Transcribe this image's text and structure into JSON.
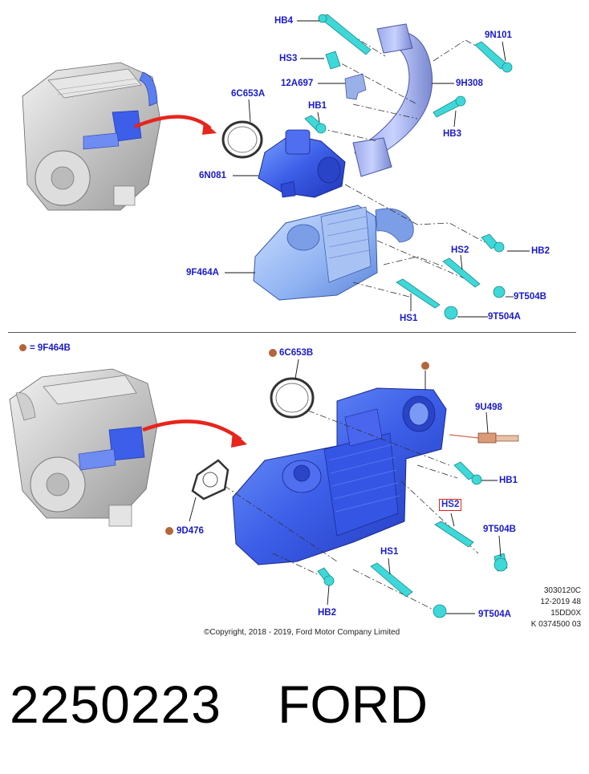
{
  "top_labels": {
    "hb4": "HB4",
    "n9n101": "9N101",
    "hs3": "HS3",
    "n12a697": "12A697",
    "n9h308": "9H308",
    "n6c653a": "6C653A",
    "hb1": "HB1",
    "hb3": "HB3",
    "n6n081": "6N081",
    "hb2": "HB2",
    "hs2": "HS2",
    "n9f464a": "9F464A",
    "n9t504b": "9T504B",
    "hs1": "HS1",
    "n9t504a": "9T504A"
  },
  "bottom_labels": {
    "legend": "= 9F464B",
    "n6c653b": "6C653B",
    "n9u498": "9U498",
    "hb1": "HB1",
    "hs2": "HS2",
    "n9t504b": "9T504B",
    "n9d476": "9D476",
    "hs1": "HS1",
    "hb2": "HB2",
    "n9t504a": "9T504A"
  },
  "meta": [
    "3030120C",
    "12-2019 48",
    "15DD0X",
    "K 0374500 03"
  ],
  "copyright": "©Copyright, 2018 - 2019, Ford Motor Company Limited",
  "part_number": "2250223",
  "brand": "FORD",
  "colors": {
    "label": "#1a1acc",
    "part_fill": "#3c5ee8",
    "fastener": "#3fd8d8",
    "highlight_part": "#2c3fe0",
    "legend_dot": "#b5653a",
    "arrow": "#e8241c"
  }
}
